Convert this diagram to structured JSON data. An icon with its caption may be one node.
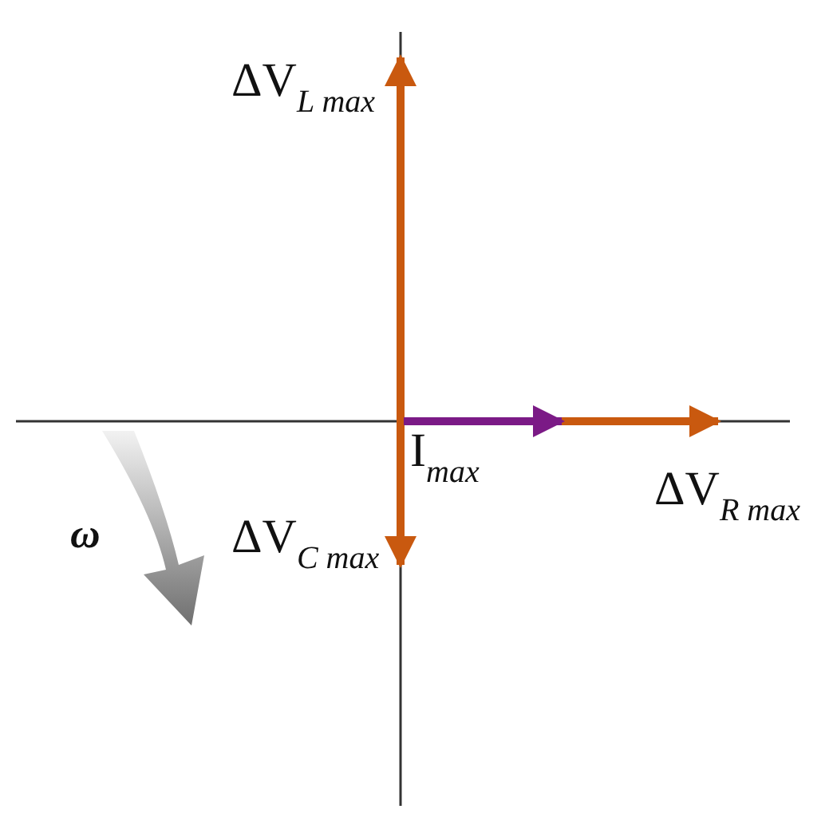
{
  "diagram": {
    "labels": [
      "ΔV$_{L max}$",
      "I$_{max}$",
      "ΔV$_{R max}$",
      "ω",
      "ΔV$_{C max}$"
    ]
  }
}
